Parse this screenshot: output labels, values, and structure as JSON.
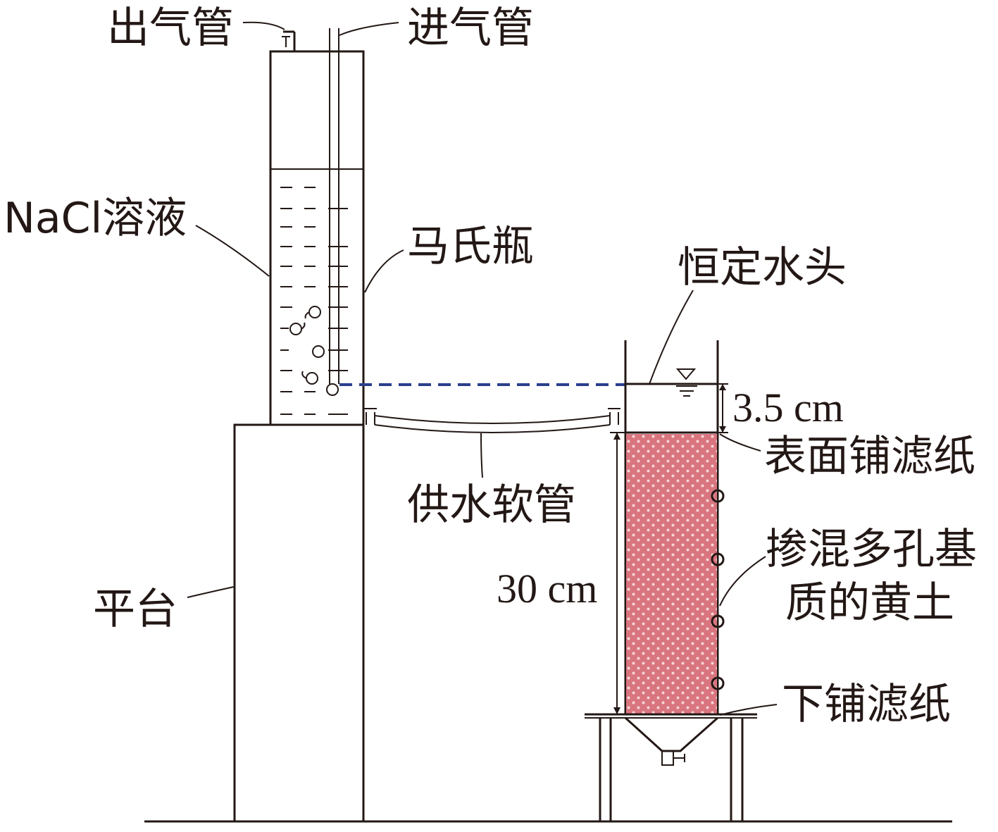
{
  "labels": {
    "outlet_pipe": "出气管",
    "inlet_pipe": "进气管",
    "nacl_solution": "NaCl溶液",
    "mariotte_bottle": "马氏瓶",
    "constant_head": "恒定水头",
    "head_height": "3.5 cm",
    "top_filter_paper": "表面铺滤纸",
    "supply_hose": "供水软管",
    "loess_line1": "掺混多孔基",
    "loess_line2": "质的黄土",
    "column_height": "30 cm",
    "platform": "平台",
    "bottom_filter_paper": "下铺滤纸"
  },
  "colors": {
    "line": "#231815",
    "soil_fill": "#d9757f",
    "soil_dot": "#f6d6d8",
    "water_level_dash": "#2b3f8c"
  }
}
